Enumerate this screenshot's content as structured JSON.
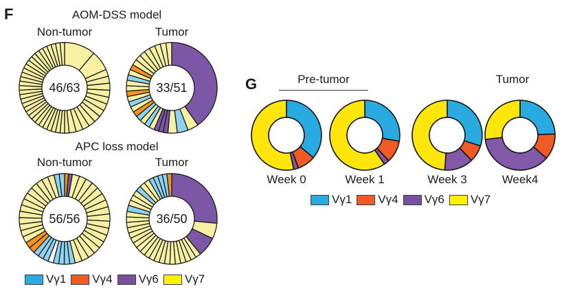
{
  "palettes": {
    "f": {
      "b": "#8FD3F3",
      "o": "#F6921E",
      "p": "#7C57A6",
      "y": "#F8F1A3",
      "w": "#FFFFFF"
    },
    "g": {
      "b": "#29ABE2",
      "o": "#F15A24",
      "p": "#8258A8",
      "y": "#FFE60A"
    },
    "legend": {
      "b": "#29ABE2",
      "o": "#F15A24",
      "p": "#7B4FA0",
      "y": "#FFF200"
    },
    "outline": "#1A1A1A"
  },
  "panel_f": {
    "panel_letter": "F",
    "model_titles": [
      "AOM-DSS model",
      "APC loss model"
    ],
    "legend": [
      {
        "key": "b",
        "label": "Vγ1"
      },
      {
        "key": "o",
        "label": "Vγ4"
      },
      {
        "key": "p",
        "label": "Vγ6"
      },
      {
        "key": "y",
        "label": "Vγ7"
      }
    ]
  },
  "panel_g": {
    "panel_letter": "G",
    "headers": [
      {
        "label": "Pre-tumor",
        "underline": true
      },
      {
        "label": "Tumor",
        "underline": false
      }
    ],
    "legend": [
      {
        "key": "b",
        "label": "Vγ1"
      },
      {
        "key": "o",
        "label": "Vγ4"
      },
      {
        "key": "p",
        "label": "Vγ6"
      },
      {
        "key": "y",
        "label": "Vγ7"
      }
    ]
  },
  "chart_data": {
    "type": "pie",
    "subtype": "donut",
    "legend_categories": [
      "Vγ1",
      "Vγ4",
      "Vγ6",
      "Vγ7"
    ],
    "color_keys": {
      "b": "Vγ1",
      "o": "Vγ4",
      "p": "Vγ6",
      "y": "Vγ7",
      "w": "unassigned"
    },
    "units": "deg = clone wedge size in degrees, clockwise from 12 o'clock",
    "donuts": [
      {
        "panel": "F",
        "group": "AOM-DSS model",
        "label": "Non-tumor",
        "center_label": "46/63",
        "palette": "f",
        "hole": 0.5,
        "segments": [
          {
            "c": "y",
            "deg": 40
          },
          {
            "c": "y",
            "deg": 26
          },
          {
            "c": "y",
            "deg": 9,
            "n": 12
          },
          {
            "c": "y",
            "deg": 5.8,
            "n": 32
          }
        ]
      },
      {
        "panel": "F",
        "group": "AOM-DSS model",
        "label": "Tumor",
        "center_label": "33/51",
        "palette": "f",
        "hole": 0.5,
        "segments": [
          {
            "c": "p",
            "deg": 145
          },
          {
            "c": "y",
            "deg": 14
          },
          {
            "c": "b",
            "deg": 14
          },
          {
            "c": "y",
            "deg": 12
          },
          {
            "c": "p",
            "deg": 6,
            "n": 3
          },
          {
            "c": "y",
            "deg": 7
          },
          {
            "c": "b",
            "deg": 7
          },
          {
            "c": "y",
            "deg": 7
          },
          {
            "c": "b",
            "deg": 7
          },
          {
            "c": "o",
            "deg": 7
          },
          {
            "c": "y",
            "deg": 7
          },
          {
            "c": "b",
            "deg": 7
          },
          {
            "c": "y",
            "deg": 7
          },
          {
            "c": "o",
            "deg": 7
          },
          {
            "c": "y",
            "deg": 7
          },
          {
            "c": "y",
            "deg": 7
          },
          {
            "c": "b",
            "deg": 7
          },
          {
            "c": "y",
            "deg": 7
          },
          {
            "c": "o",
            "deg": 7
          },
          {
            "c": "y",
            "deg": 7.4,
            "n": 8
          }
        ]
      },
      {
        "panel": "F",
        "group": "APC loss model",
        "label": "Non-tumor",
        "center_label": "56/56",
        "palette": "f",
        "hole": 0.5,
        "segments": [
          {
            "c": "o",
            "deg": 5
          },
          {
            "c": "p",
            "deg": 5
          },
          {
            "c": "y",
            "deg": 9.2,
            "n": 17
          },
          {
            "c": "b",
            "deg": 7,
            "n": 4
          },
          {
            "c": "w",
            "deg": 7
          },
          {
            "c": "b",
            "deg": 7,
            "n": 3
          },
          {
            "c": "o",
            "deg": 8,
            "n": 2
          },
          {
            "c": "y",
            "deg": 8.3,
            "n": 13
          },
          {
            "c": "b",
            "deg": 6.8,
            "n": 2
          }
        ]
      },
      {
        "panel": "F",
        "group": "APC loss model",
        "label": "Tumor",
        "center_label": "36/50",
        "palette": "f",
        "hole": 0.5,
        "segments": [
          {
            "c": "p",
            "deg": 95
          },
          {
            "c": "y",
            "deg": 20
          },
          {
            "c": "p",
            "deg": 25
          },
          {
            "c": "y",
            "deg": 6.9,
            "n": 20
          },
          {
            "c": "b",
            "deg": 8
          },
          {
            "c": "y",
            "deg": 7,
            "n": 3
          },
          {
            "c": "b",
            "deg": 7
          },
          {
            "c": "y",
            "deg": 7,
            "n": 2
          },
          {
            "c": "b",
            "deg": 6,
            "n": 4
          },
          {
            "c": "o",
            "deg": 6
          }
        ]
      },
      {
        "panel": "G",
        "group": "Pre-tumor",
        "label": "Week 0",
        "palette": "g",
        "hole": 0.51,
        "segments": [
          {
            "c": "b",
            "deg": 130
          },
          {
            "c": "o",
            "deg": 30
          },
          {
            "c": "p",
            "deg": 8
          },
          {
            "c": "y",
            "deg": 192
          }
        ]
      },
      {
        "panel": "G",
        "group": "Pre-tumor",
        "label": "Week 1",
        "palette": "g",
        "hole": 0.51,
        "segments": [
          {
            "c": "b",
            "deg": 100
          },
          {
            "c": "o",
            "deg": 37
          },
          {
            "c": "p",
            "deg": 9
          },
          {
            "c": "y",
            "deg": 214
          }
        ]
      },
      {
        "panel": "G",
        "group": "",
        "label": "Week 3",
        "palette": "g",
        "hole": 0.51,
        "segments": [
          {
            "c": "b",
            "deg": 108
          },
          {
            "c": "o",
            "deg": 28
          },
          {
            "c": "p",
            "deg": 48
          },
          {
            "c": "y",
            "deg": 176
          }
        ]
      },
      {
        "panel": "G",
        "group": "Tumor",
        "label": "Week4",
        "palette": "g",
        "hole": 0.51,
        "segments": [
          {
            "c": "b",
            "deg": 88
          },
          {
            "c": "o",
            "deg": 43
          },
          {
            "c": "p",
            "deg": 132
          },
          {
            "c": "y",
            "deg": 97
          }
        ]
      }
    ]
  }
}
